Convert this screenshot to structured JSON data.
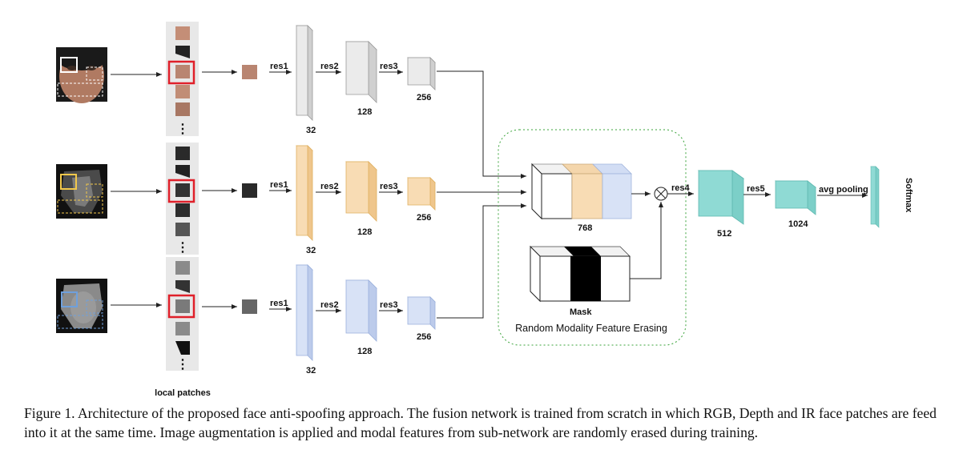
{
  "labels": {
    "res1": "res1",
    "res2": "res2",
    "res3": "res3",
    "res4": "res4",
    "res5": "res5",
    "ch32": "32",
    "ch128": "128",
    "ch256": "256",
    "ch768": "768",
    "ch512": "512",
    "ch1024": "1024",
    "avg_pooling": "avg pooling",
    "softmax": "Softmax",
    "mask": "Mask",
    "rmfe": "Random Modality Feature Erasing",
    "local_patches": "local patches"
  },
  "caption": "Figure 1. Architecture of the proposed face anti-spoofing approach. The fusion network is trained from scratch in which RGB, Depth and IR face patches are feed into it at the same time. Image augmentation is applied and modal features from sub-network are randomly erased during training.",
  "colors": {
    "rgb_branch": "#ebebeb",
    "depth_branch": "#f8dcb4",
    "ir_branch": "#d8e2f6",
    "fusion_teal": "#8fdad4",
    "dashed_border": "#3aa33a",
    "patch_highlight": "#e0202a",
    "rgb_box": "#ffffff",
    "depth_box": "#f2c84b",
    "ir_box": "#6fa0dc"
  }
}
